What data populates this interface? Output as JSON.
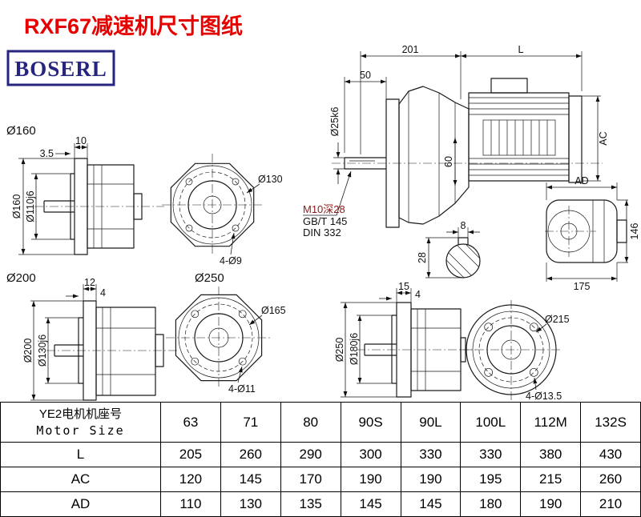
{
  "page": {
    "title": "RXF67减速机尺寸图纸",
    "logo": "BOSERL"
  },
  "colors": {
    "title_red": "#e60000",
    "logo_navy": "#26267e",
    "note_red": "#8b1a1a",
    "line_black": "#1a1a1a"
  },
  "drawing": {
    "section_labels": {
      "s160": "Ø160",
      "s200": "Ø200",
      "s250": "Ø250"
    },
    "view160": {
      "flange_thickness": "10",
      "spigot_length": "3.5",
      "flange_od": "Ø160",
      "spigot_dia": "Ø110j6"
    },
    "flange130": {
      "bolt_circle": "Ø130",
      "holes": "4-Ø9"
    },
    "main_view": {
      "gearbox_length": "201",
      "motor_length": "L",
      "shaft_length": "50",
      "shaft_dia": "Ø25k6",
      "hub_width": "60",
      "motor_height": "AC"
    },
    "notes": {
      "tap": "M10深28",
      "std1": "GB/T 145",
      "std2": "DIN 332"
    },
    "key_section": {
      "key_width": "8",
      "shaft_key_height": "28"
    },
    "top_view": {
      "dim_ad": "AD",
      "dim_146": "146",
      "dim_175": "175"
    },
    "view200": {
      "flange_thickness": "12",
      "spigot_length": "4",
      "flange_od": "Ø200",
      "spigot_dia": "Ø130j6"
    },
    "flange165": {
      "bolt_circle": "Ø165",
      "holes": "4-Ø11"
    },
    "view250": {
      "flange_thickness": "15",
      "spigot_length": "4",
      "flange_od": "Ø250",
      "spigot_dia": "Ø180j6"
    },
    "flange215": {
      "bolt_circle": "Ø215",
      "holes": "4-Ø13.5"
    }
  },
  "table": {
    "header": {
      "cn": "YE2电机机座号",
      "en": "Motor Size"
    },
    "columns": [
      "63",
      "71",
      "80",
      "90S",
      "90L",
      "100L",
      "112M",
      "132S"
    ],
    "rows": [
      {
        "label": "L",
        "values": [
          "205",
          "260",
          "290",
          "300",
          "330",
          "330",
          "380",
          "430"
        ]
      },
      {
        "label": "AC",
        "values": [
          "120",
          "145",
          "170",
          "190",
          "190",
          "195",
          "215",
          "260"
        ]
      },
      {
        "label": "AD",
        "values": [
          "110",
          "130",
          "135",
          "145",
          "145",
          "180",
          "190",
          "210"
        ]
      }
    ]
  }
}
